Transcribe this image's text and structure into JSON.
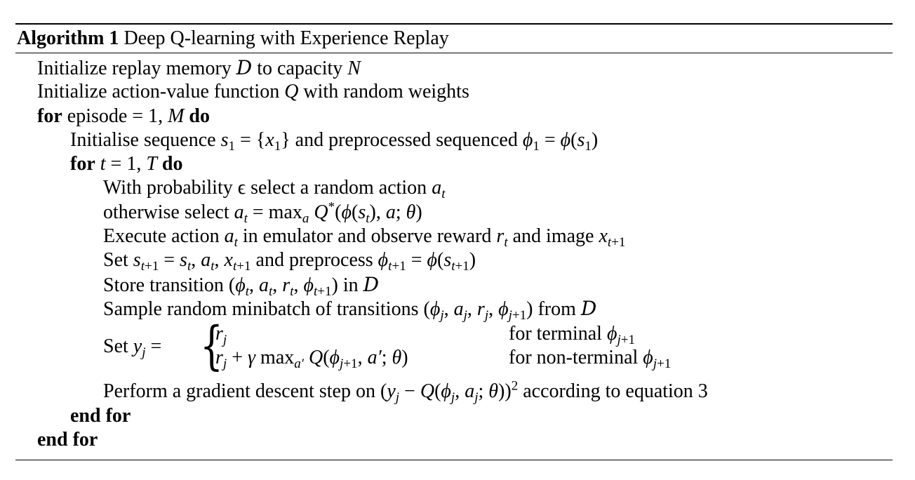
{
  "caption": {
    "label": "Algorithm 1",
    "title": "Deep Q-learning with Experience Replay"
  },
  "lines": {
    "l1": {
      "text": "Initialize replay memory ",
      "D": "D",
      "mid": " to capacity ",
      "N": "N"
    },
    "l2": {
      "text": "Initialize action-value function ",
      "Q": "Q",
      "rest": " with random weights"
    },
    "l3": {
      "kw_for": "for",
      "text": " episode = 1, ",
      "M": "M",
      "kw_do": "do"
    },
    "l4": {
      "text": "Initialise sequence ",
      "eq": "s₁ = {x₁}",
      "mid": " and preprocessed sequenced ",
      "eq2": "ϕ₁ = ϕ(s₁)"
    },
    "l5": {
      "kw_for": "for",
      "eq": "t = 1, T",
      "kw_do": "do"
    },
    "l6": {
      "text": "With probability ϵ select a random action ",
      "eq": "a",
      "sub": "t"
    },
    "l7": {
      "text": "otherwise select "
    },
    "l8": {
      "text": "Execute action ",
      "mid1": " in emulator and observe reward ",
      "mid2": " and image "
    },
    "l9": {
      "text": "Set ",
      "mid": " and preprocess "
    },
    "l10": {
      "text": "Store transition ",
      "mid": " in "
    },
    "l11": {
      "text": "Sample random minibatch of transitions ",
      "mid": " from "
    },
    "l12": {
      "set": "Set ",
      "case1": "for terminal ",
      "case2": "for non-terminal "
    },
    "l13": {
      "text": "Perform a gradient descent step on ",
      "rest": " according to equation 3"
    },
    "l14": {
      "kw": "end for"
    },
    "l15": {
      "kw": "end for"
    }
  }
}
